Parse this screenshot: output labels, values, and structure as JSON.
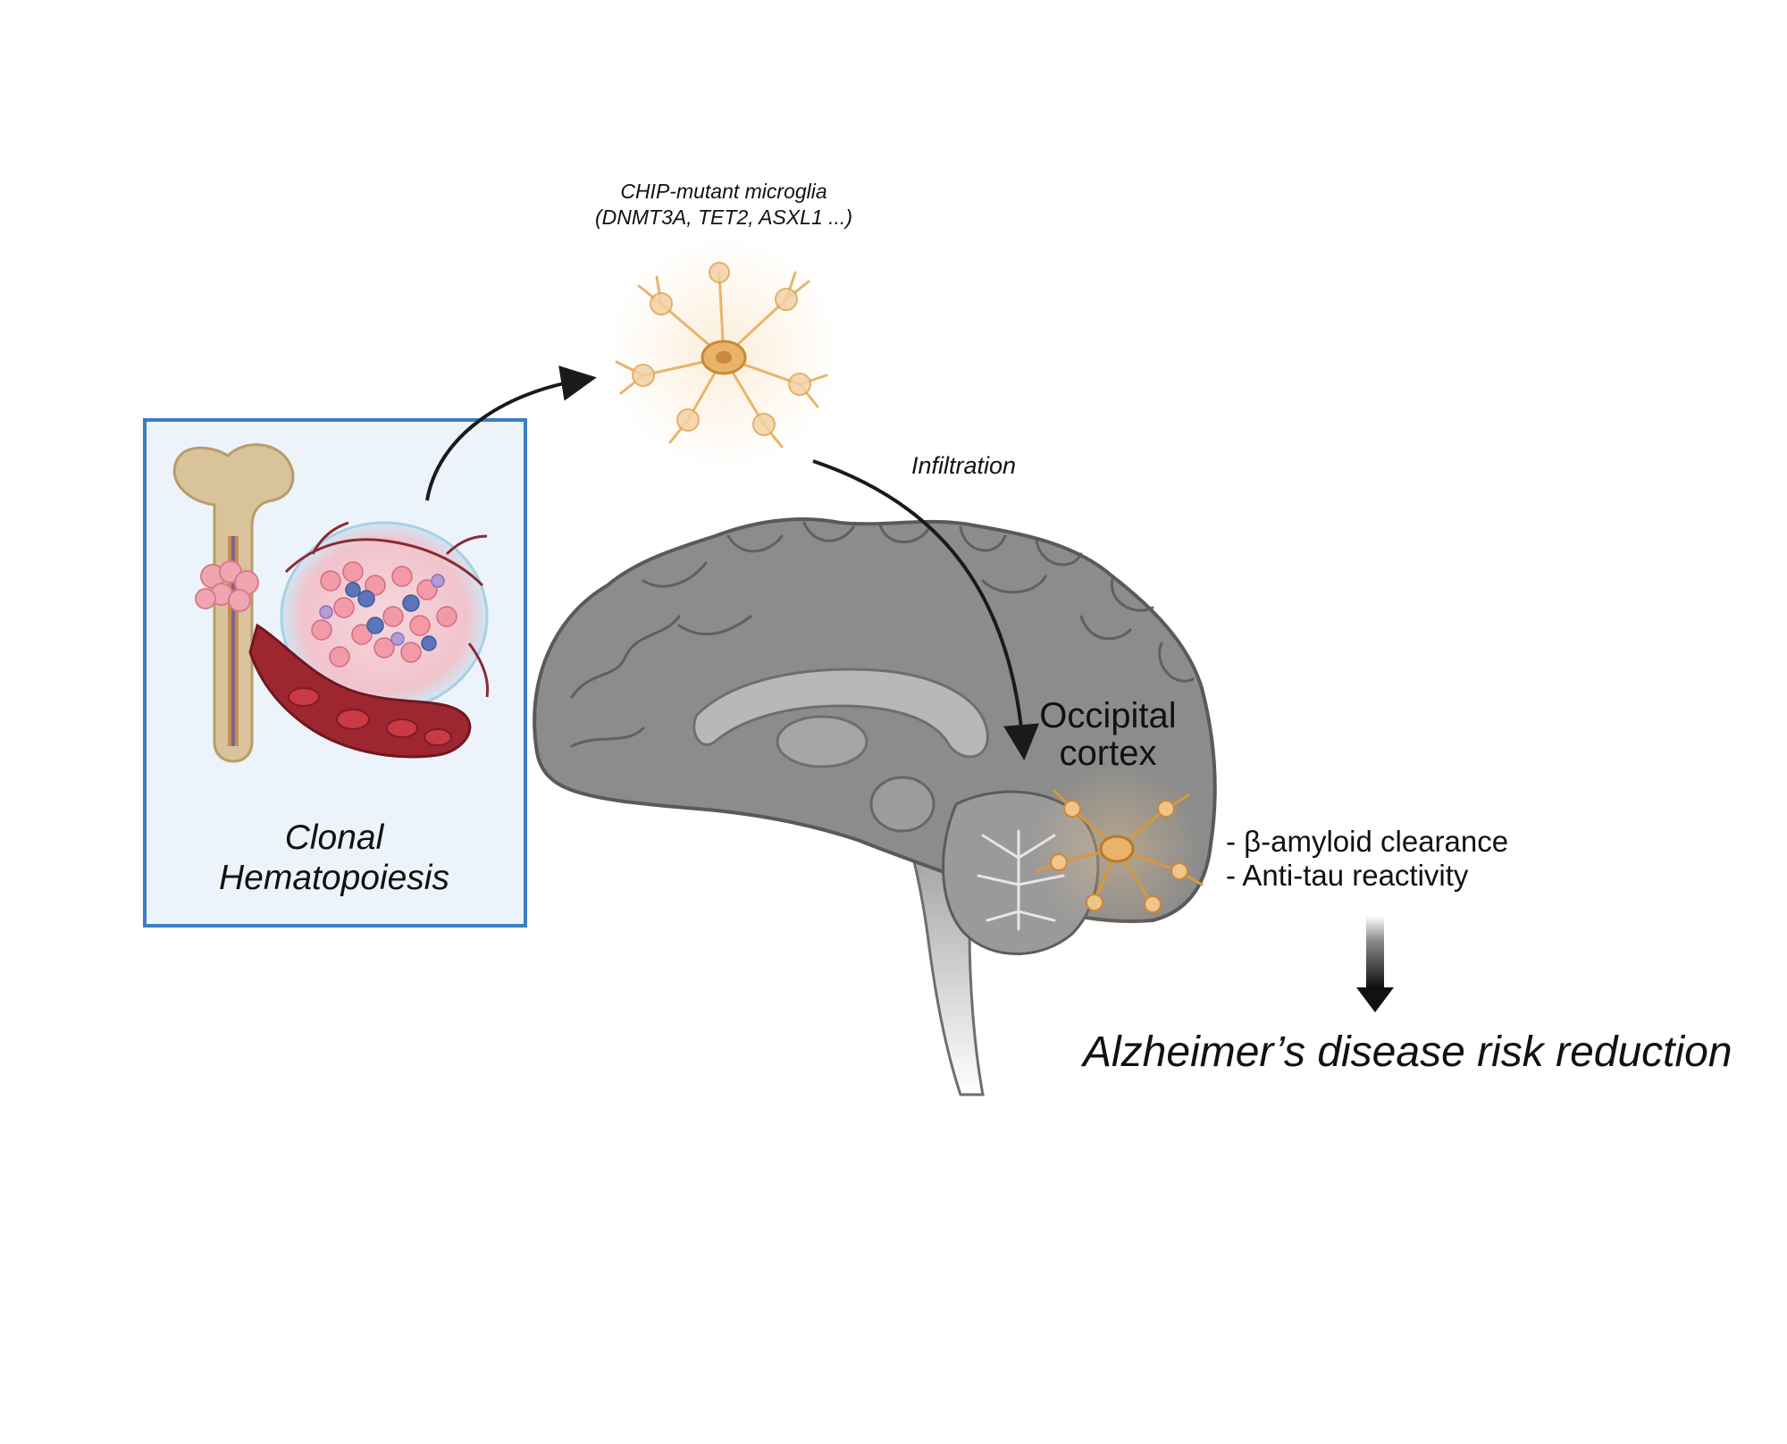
{
  "microglia": {
    "caption_line1": "CHIP-mutant microglia",
    "caption_line2": "(DNMT3A, TET2, ASXL1 ...)"
  },
  "arrows": {
    "infiltration_label": "Infiltration"
  },
  "brain": {
    "region_label_line1": "Occipital",
    "region_label_line2": "cortex"
  },
  "clonal_hematopoiesis": {
    "label_line1": "Clonal",
    "label_line2": "Hematopoiesis"
  },
  "effects": [
    {
      "label": "- β-amyloid clearance"
    },
    {
      "label": "- Anti-tau reactivity"
    }
  ],
  "outcome": {
    "label": "Alzheimer’s disease risk reduction"
  },
  "colors": {
    "panel_border": "#3b7fc0",
    "panel_fill": "#ecf3fb",
    "brain_gray": "#8c8c8c",
    "microglia_orange": "#e8b46a",
    "blood_red": "#9e2630",
    "arrow": "#1a1a1a"
  }
}
